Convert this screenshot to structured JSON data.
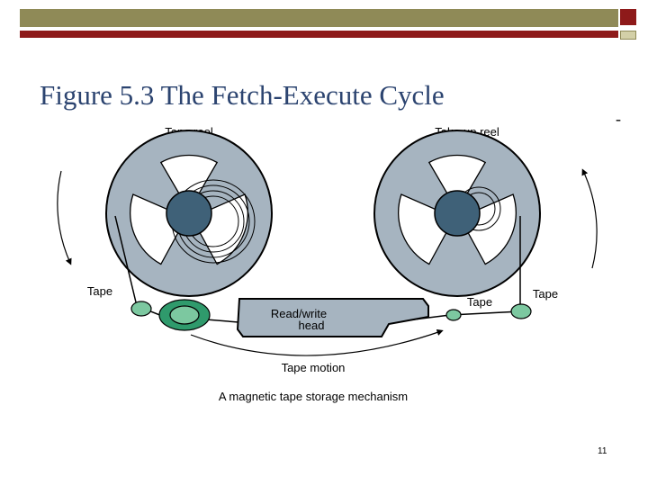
{
  "slide": {
    "title": "Figure 5.3  The Fetch-Execute Cycle",
    "dash": "-",
    "page_number": "11"
  },
  "diagram": {
    "left_reel_label": "Tape reel",
    "right_reel_label": "Take-up reel",
    "left_tape_label": "Tape",
    "right_tape_label": "Tape",
    "middle_tape_label": "Tape",
    "head_label_line1": "Read/write",
    "head_label_line2": "head",
    "motion_label": "Tape motion",
    "caption": "A magnetic tape storage mechanism"
  },
  "colors": {
    "reel_fill": "#a6b4c0",
    "hub_fill": "#3f6178",
    "head_fill": "#a6b4c0",
    "roller_fill": "#7cc8a0",
    "drive_roller_fill": "#2f9a6c",
    "title_color": "#2c4470",
    "accent_red": "#8e1a1a",
    "accent_olive": "#8f8a57"
  }
}
